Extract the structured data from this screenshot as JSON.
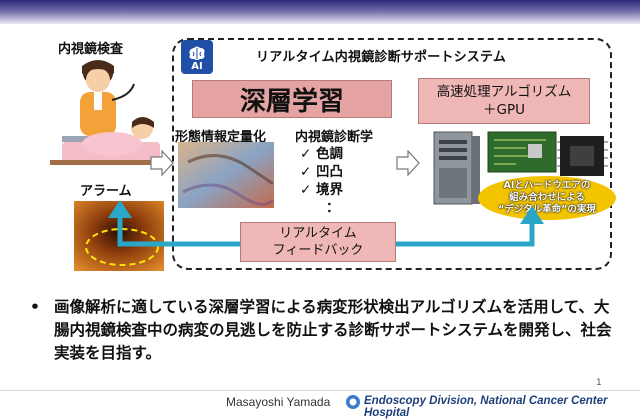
{
  "slide": {
    "endoscopy_label": "内視鏡検査",
    "alarm_label": "アラーム",
    "system_title": "リアルタイム内視鏡診断サポートシステム",
    "ai_badge": "AI",
    "deep_learning": "深層学習",
    "gpu_line1": "高速処理アルゴリズム",
    "gpu_line2": "＋GPU",
    "morph_label": "形態情報定量化",
    "diag_label": "内視鏡診断学",
    "diag_items": [
      "✓ 色調",
      "✓ 凹凸",
      "✓ 境界",
      "："
    ],
    "callout_line1": "AIとハードウエアの",
    "callout_line2": "組み合わせによる",
    "callout_line3": "“デジタル革命”の実現",
    "feedback_line1": "リアルタイム",
    "feedback_line2": "フィードバック",
    "bullet_dot": "•",
    "bullet_text": "画像解析に適している深層学習による病変形状検出アルゴリズムを活用して、大腸内視鏡検査中の病変の見逃しを防止する診断サポートシステムを開発し、社会実装を目指す。",
    "page_number": "1",
    "footer_author": "Masayoshi Yamada",
    "footer_org": "Endoscopy Division, National Cancer Center Hospital"
  },
  "colors": {
    "pink": "#e6a3a3",
    "feedback_arrow": "#2aa6c8",
    "callout": "#f2c400",
    "ai_badge": "#1f4fa6"
  },
  "icons": [
    "brain-icon",
    "doctor-patient-illustration",
    "endoscopy-image",
    "server-gpu-icon",
    "ncc-logo-icon"
  ]
}
